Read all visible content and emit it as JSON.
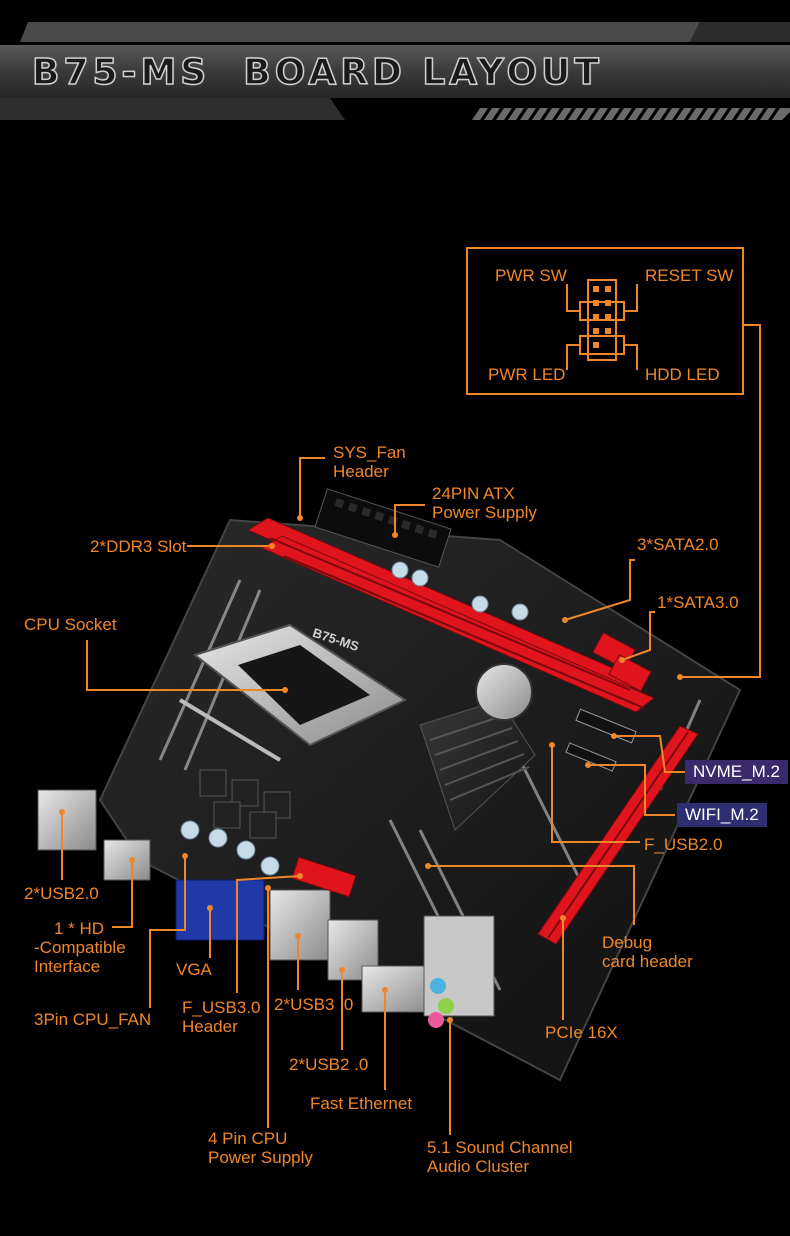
{
  "header": {
    "title": "B75-MS  BOARD LAYOUT"
  },
  "board": {
    "model_print": "B75-MS"
  },
  "panel": {
    "pwr_sw": "PWR SW",
    "reset_sw": "RESET SW",
    "pwr_led": "PWR LED",
    "hdd_led": "HDD  LED"
  },
  "labels": {
    "sys_fan_1": "SYS_Fan",
    "sys_fan_2": "Header",
    "atx_1": "24PIN ATX",
    "atx_2": "Power Supply",
    "ddr3": "2*DDR3 Slot",
    "sata2": "3*SATA2.0",
    "sata3": "1*SATA3.0",
    "cpu_socket": "CPU Socket",
    "nvme": "NVME_M.2",
    "wifi": "WIFI_M.2",
    "f_usb2": "F_USB2.0",
    "usb2_left": "2*USB2.0",
    "hd_1": "1 * HD",
    "hd_2": "-Compatible",
    "hd_3": "Interface",
    "vga": "VGA",
    "fusb3_1": "F_USB3.0",
    "fusb3_2": "Header",
    "usb3": "2*USB3 .0",
    "debug_1": "Debug",
    "debug_2": "card header",
    "cpu_fan": "3Pin CPU_FAN",
    "pcie": "PCIe 16X",
    "usb2_rear": "2*USB2 .0",
    "ethernet": "Fast Ethernet",
    "cpu_pwr_1": "4 Pin CPU",
    "cpu_pwr_2": "Power Supply",
    "audio_1": "5.1 Sound Channel",
    "audio_2": "Audio Cluster"
  },
  "colors": {
    "accent": "#f0862a",
    "slot_red": "#e0141c",
    "nvme_tag": "#3b2a6b",
    "wifi_tag": "#2e2e70"
  }
}
